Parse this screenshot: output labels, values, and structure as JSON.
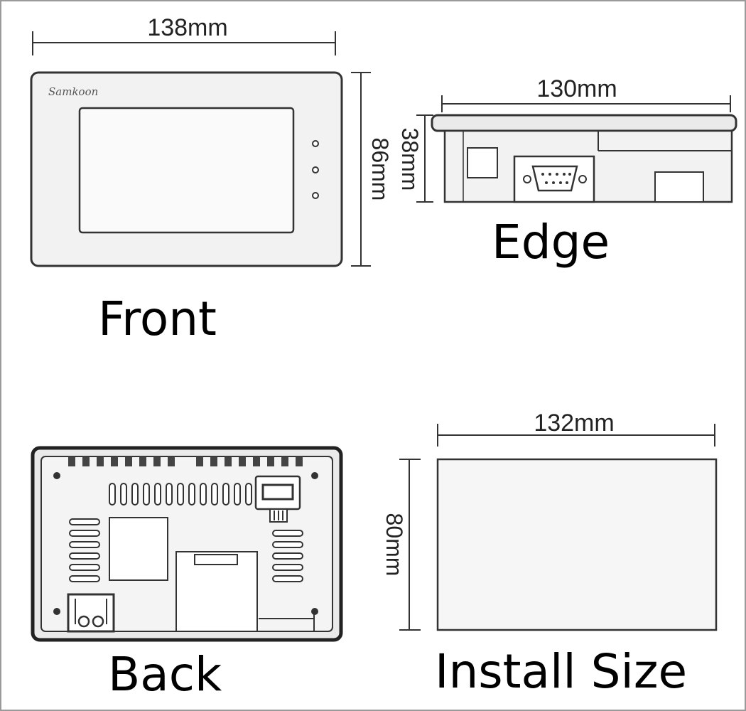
{
  "views": {
    "front": {
      "label": "Front",
      "width_dim": "138mm",
      "height_dim": "86mm",
      "brand_logo": "Samkoon"
    },
    "edge": {
      "label": "Edge",
      "width_dim": "130mm",
      "depth_dim": "38mm"
    },
    "back": {
      "label": "Back"
    },
    "install": {
      "label": "Install Size",
      "width_dim": "132mm",
      "height_dim": "80mm"
    }
  },
  "colors": {
    "line": "#333333",
    "body_fill": "#f2f2f2",
    "cutout_fill": "#f6f6f6",
    "frame": "#9a9a9a"
  }
}
